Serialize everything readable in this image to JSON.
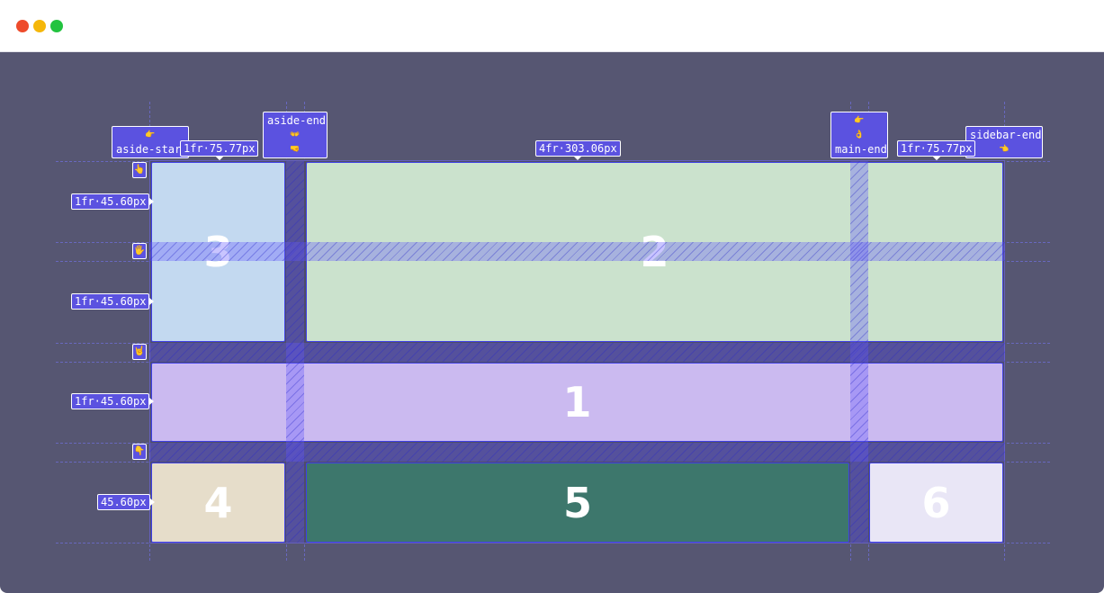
{
  "window": {
    "controls": [
      {
        "name": "close",
        "color": "#ee4b2b"
      },
      {
        "name": "minimize",
        "color": "#f5b70a"
      },
      {
        "name": "maximize",
        "color": "#22c33f"
      }
    ]
  },
  "column_sizes": [
    "1fr·75.77px",
    "4fr·303.06px",
    "1fr·75.77px"
  ],
  "row_sizes": [
    "1fr·45.60px",
    "1fr·45.60px",
    "1fr·45.60px",
    "45.60px"
  ],
  "area_lines": {
    "aside_start": {
      "icon": "👉",
      "label": "aside-start"
    },
    "aside_end": {
      "label": "aside-end",
      "icons": [
        "👐",
        "🤜"
      ]
    },
    "main_end": {
      "icons": [
        "👉",
        "👌"
      ],
      "label": "main-end"
    },
    "sidebar_end": {
      "label": "sidebar-end",
      "icon": "👈"
    }
  },
  "row_handles": [
    "👆",
    "🖐",
    "🤘",
    "👇"
  ],
  "cells": [
    {
      "number": "3",
      "bg": "#c3d9f0",
      "color": "#ffffff"
    },
    {
      "number": "2",
      "bg": "#cbe2cd",
      "color": "#ffffff"
    },
    {
      "number": "1",
      "bg": "#cbbaf0",
      "color": "#ffffff"
    },
    {
      "number": "4",
      "bg": "#e6ddca",
      "color": "#ffffff"
    },
    {
      "number": "5",
      "bg": "#3d776c",
      "color": "#ffffff"
    },
    {
      "number": "6",
      "bg": "#e9e6f6",
      "color": "#ffffff"
    }
  ]
}
